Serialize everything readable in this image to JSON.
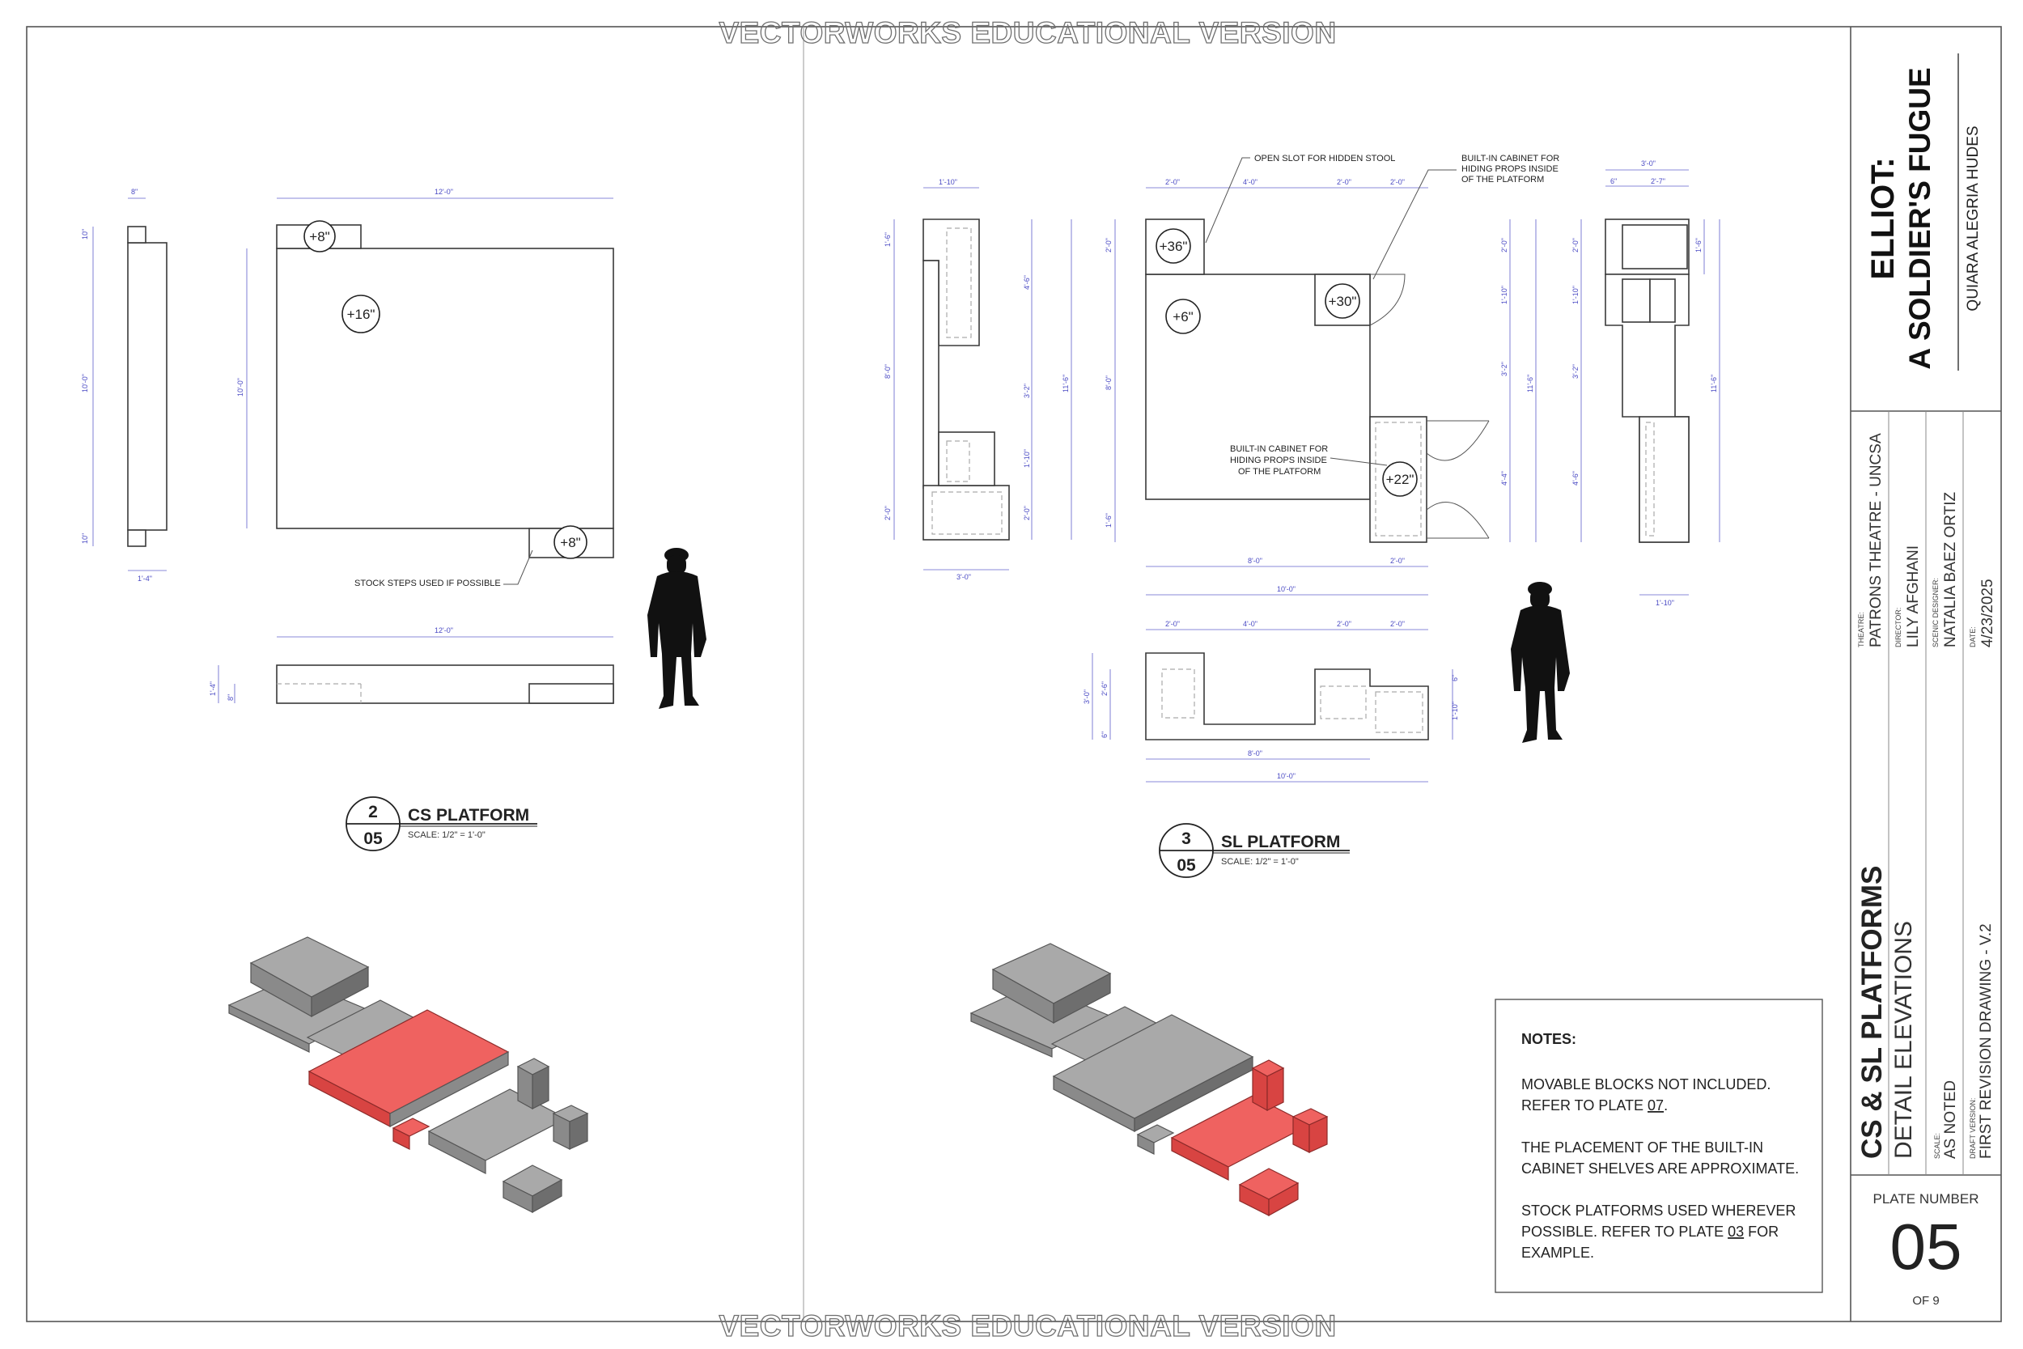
{
  "watermark": "VECTORWORKS EDUCATIONAL VERSION",
  "cs_platform": {
    "title": "CS PLATFORM",
    "detail_number": "2",
    "sheet_number": "05",
    "scale": "SCALE: 1/2\" = 1'-0\"",
    "tags": [
      "+8\"",
      "+16\"",
      "+8\""
    ],
    "callout_stock_steps": "STOCK STEPS USED IF POSSIBLE",
    "dims": {
      "top_width": "12'-0\"",
      "side_top": "8\"",
      "side_left_top": "10\"",
      "side_left_mid": "10'-0\"",
      "side_left_bot": "10\"",
      "side_bottom": "1'-4\"",
      "plan_left": "10'-0\"",
      "front_width": "12'-0\"",
      "front_h1": "1'-4\"",
      "front_h2": "8\""
    }
  },
  "sl_platform": {
    "title": "SL PLATFORM",
    "detail_number": "3",
    "sheet_number": "05",
    "scale": "SCALE: 1/2\" = 1'-0\"",
    "tags": [
      "+36\"",
      "+6\"",
      "+30\"",
      "+22\""
    ],
    "callout_open_slot": "OPEN SLOT FOR HIDDEN STOOL",
    "callout_cabinet_top": [
      "BUILT-IN CABINET FOR",
      "HIDING PROPS INSIDE",
      "OF THE PLATFORM"
    ],
    "callout_cabinet_mid": [
      "BUILT-IN CABINET FOR",
      "HIDING PROPS INSIDE",
      "OF THE PLATFORM"
    ],
    "dims": {
      "top_a": "2'-0\"",
      "top_b": "4'-0\"",
      "top_c": "2'-0\"",
      "top_d": "2'-0\"",
      "bottom_main": "8'-0\"",
      "bottom_right": "2'-0\"",
      "bottom_total": "10'-0\"",
      "left_top": "2'-0\"",
      "left_mid": "8'-0\"",
      "left_bot": "1'-6\"",
      "right_a": "2'-0\"",
      "right_b": "1'-10\"",
      "right_c": "3'-2\"",
      "right_d": "4'-4\"",
      "right_total": "11'-6\"",
      "lside_top": "1'-10\"",
      "lside_a": "1'-6\"",
      "lside_b": "8'-0\"",
      "lside_c": "2'-0\"",
      "lside_bot": "3'-0\"",
      "lside_r1": "4'-6\"",
      "lside_r2": "3'-2\"",
      "lside_r3": "1'-10\"",
      "lside_r4": "2'-0\"",
      "lside_total": "11'-6\"",
      "rside_top1": "3'-0\"",
      "rside_top2": "2'-7\"",
      "rside_top3": "6\"",
      "rside_a": "2'-0\"",
      "rside_b": "1'-10\"",
      "rside_c": "3'-2\"",
      "rside_d": "4'-6\"",
      "rside_e": "1'-6\"",
      "rside_total": "11'-6\"",
      "rside_bot": "1'-10\"",
      "front_a": "2'-0\"",
      "front_b": "4'-0\"",
      "front_c": "2'-0\"",
      "front_d": "2'-0\"",
      "front_main": "8'-0\"",
      "front_total": "10'-0\"",
      "front_h1": "3'-0\"",
      "front_h2": "2'-6\"",
      "front_h3": "6\"",
      "front_r1": "6\"",
      "front_r2": "1'-10\""
    }
  },
  "notes": {
    "heading": "NOTES:",
    "lines": [
      [
        "MOVABLE BLOCKS NOT INCLUDED.",
        "REFER TO PLATE ",
        "07",
        "."
      ],
      [
        "THE PLACEMENT OF THE BUILT-IN",
        "CABINET SHELVES ARE APPROXIMATE."
      ],
      [
        "STOCK PLATFORMS USED WHEREVER",
        "POSSIBLE. REFER TO PLATE ",
        "03",
        " FOR",
        "EXAMPLE."
      ]
    ]
  },
  "title_block": {
    "show_line1": "ELLIOT:",
    "show_line2": "A SOLDIER'S FUGUE",
    "playwright": "QUIARA ALEGRIA HUDES",
    "theatre_label": "THEATRE:",
    "theatre": "PATRONS THEATRE - UNCSA",
    "director_label": "DIRECTOR:",
    "director": "LILY AFGHANI",
    "designer_label": "SCENIC DESIGNER:",
    "designer": "NATALIA BAEZ ORTIZ",
    "date_label": "DATE:",
    "date": "4/23/2025",
    "sheet_title": "CS & SL PLATFORMS",
    "sheet_subtitle": "DETAIL ELEVATIONS",
    "scale_label": "SCALE:",
    "scale": "AS NOTED",
    "draft_label": "DRAFT VERSION:",
    "draft": "FIRST REVISION DRAWING - V.2",
    "plate_label": "PLATE NUMBER",
    "plate_number": "05",
    "plate_of": "OF 9"
  },
  "colors": {
    "highlight": "#ef6260",
    "model_gray": "#a9a9a9",
    "dimension": "#4a4ac4",
    "line": "#3a3a3a"
  }
}
